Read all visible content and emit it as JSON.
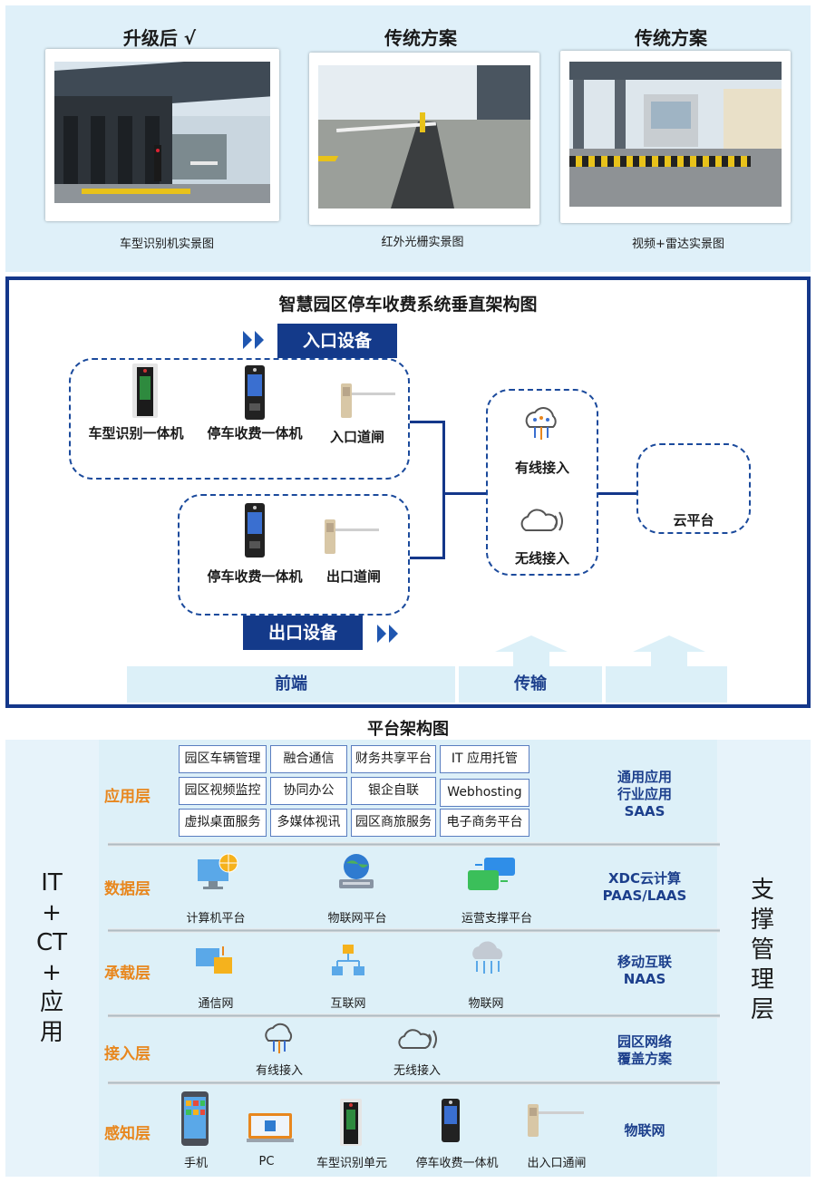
{
  "photos": {
    "headings": [
      "升级后 √",
      "传统方案",
      "传统方案"
    ],
    "captions": [
      "车型识别机实景图",
      "红外光栅实景图",
      "视频+雷达实景图"
    ]
  },
  "architecture": {
    "title": "智慧园区停车收费系统垂直架构图",
    "entry_banner": "入口设备",
    "exit_banner": "出口设备",
    "entry_devices": [
      "车型识别一体机",
      "停车收费一体机",
      "入口道闸"
    ],
    "exit_devices": [
      "停车收费一体机",
      "出口道闸"
    ],
    "access": [
      "有线接入",
      "无线接入"
    ],
    "cloud": "云平台",
    "bands": [
      "前端",
      "传输"
    ]
  },
  "platform": {
    "title": "平台架构图",
    "left_side": [
      "IT",
      "+",
      "CT",
      "+",
      "应",
      "用"
    ],
    "right_side": [
      "支",
      "撑",
      "管",
      "理",
      "层"
    ],
    "app_layer": {
      "name": "应用层",
      "cells": [
        [
          "园区车辆管理",
          "融合通信",
          "财务共享平台",
          "IT 应用托管"
        ],
        [
          "园区视频监控",
          "协同办公",
          "银企自联",
          "Webhosting"
        ],
        [
          "虚拟桌面服务",
          "多媒体视讯",
          "园区商旅服务",
          "电子商务平台"
        ]
      ],
      "right": [
        "通用应用",
        "行业应用",
        "SAAS"
      ]
    },
    "data_layer": {
      "name": "数据层",
      "items": [
        "计算机平台",
        "物联网平台",
        "运营支撑平台"
      ],
      "right": [
        "XDC云计算",
        "PAAS/LAAS"
      ]
    },
    "bearer_layer": {
      "name": "承载层",
      "items": [
        "通信网",
        "互联网",
        "物联网"
      ],
      "right": [
        "移动互联",
        "NAAS"
      ]
    },
    "access_layer": {
      "name": "接入层",
      "items": [
        "有线接入",
        "无线接入"
      ],
      "right": [
        "园区网络",
        "覆盖方案"
      ]
    },
    "sense_layer": {
      "name": "感知层",
      "items": [
        "手机",
        "PC",
        "车型识别单元",
        "停车收费一体机",
        "出入口通闸"
      ],
      "right": [
        "物联网"
      ]
    }
  },
  "colors": {
    "navy": "#143a8a",
    "orange": "#e8871e",
    "light_blue": "#dcf0f8"
  }
}
